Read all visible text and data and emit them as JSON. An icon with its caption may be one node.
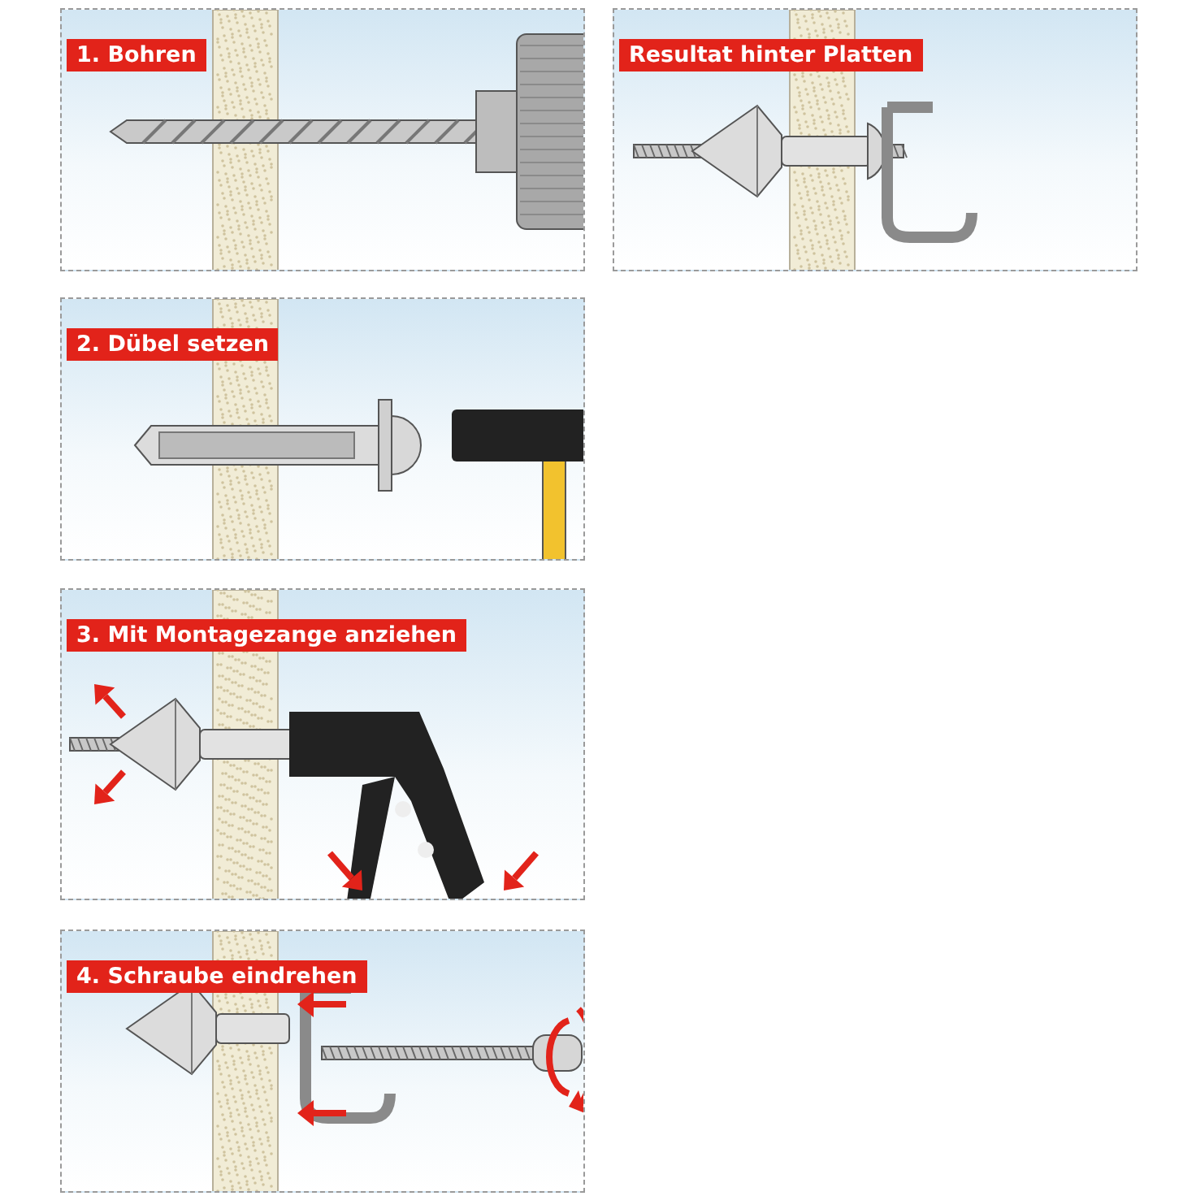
{
  "diagram": {
    "nodes": [
      {
        "text": [
          "1. Bohren"
        ]
      },
      {
        "text": [
          "Resultat hinter Platten"
        ]
      },
      {
        "text": [
          "2. Dübel setzen"
        ]
      },
      {
        "text": [
          "3. Mit Montagezange anziehen"
        ]
      },
      {
        "text": [
          "4. Schraube eindrehen"
        ]
      }
    ]
  }
}
